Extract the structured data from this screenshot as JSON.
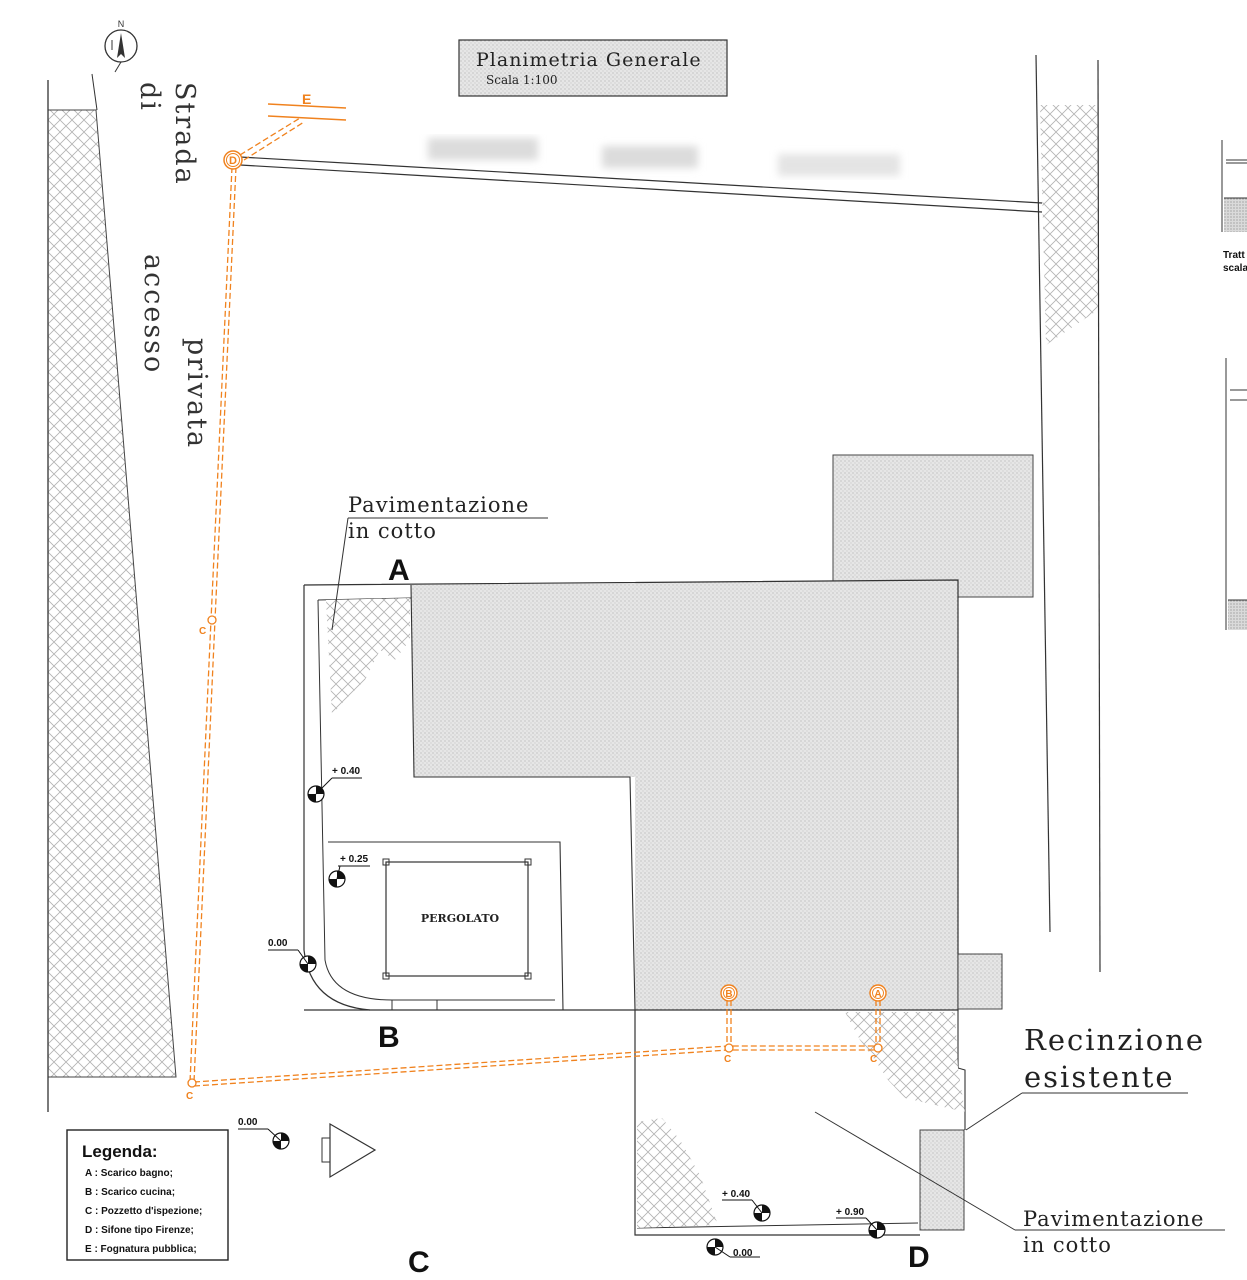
{
  "title": {
    "main": "Planimetria  Generale",
    "scale": "Scala  1:100"
  },
  "north_label": "N",
  "road_label": {
    "line1": "Strada",
    "line2": "di",
    "line3": "privata",
    "line4": "accesso"
  },
  "paving_top": {
    "line1": "Pavimentazione",
    "line2": "in  cotto"
  },
  "paving_bottom": {
    "line1": "Pavimentazione",
    "line2": "in  cotto"
  },
  "fence": {
    "line1": "Recinzione",
    "line2": "esistente"
  },
  "pergola_label": "PERGOLATO",
  "corners": {
    "a": "A",
    "b": "B",
    "c": "C",
    "d": "D"
  },
  "levels": {
    "l1": "+ 0.40",
    "l2": "+ 0.25",
    "l3": "0.00",
    "l4": "0.00",
    "l5": "+ 0.40",
    "l6": "+ 0.90",
    "l7": "0.00"
  },
  "drain_nodes": {
    "d_top": "D",
    "e_top": "E",
    "c1": "C",
    "c2": "C",
    "c3": "C",
    "c4": "C",
    "b_node": "B",
    "a_node": "A"
  },
  "side_panel": {
    "line1": "Tratt",
    "line2": "scala"
  },
  "legend": {
    "title": "Legenda:",
    "items": [
      "A : Scarico bagno;",
      "B : Scarico cucina;",
      "C : Pozzetto d'ispezione;",
      "D : Sifone tipo Firenze;",
      "E : Fognatura pubblica;"
    ]
  },
  "colors": {
    "drain": "#f0821e",
    "ink": "#222222",
    "hatch": "#b8b8b8",
    "fill": "#e2e2e2"
  }
}
